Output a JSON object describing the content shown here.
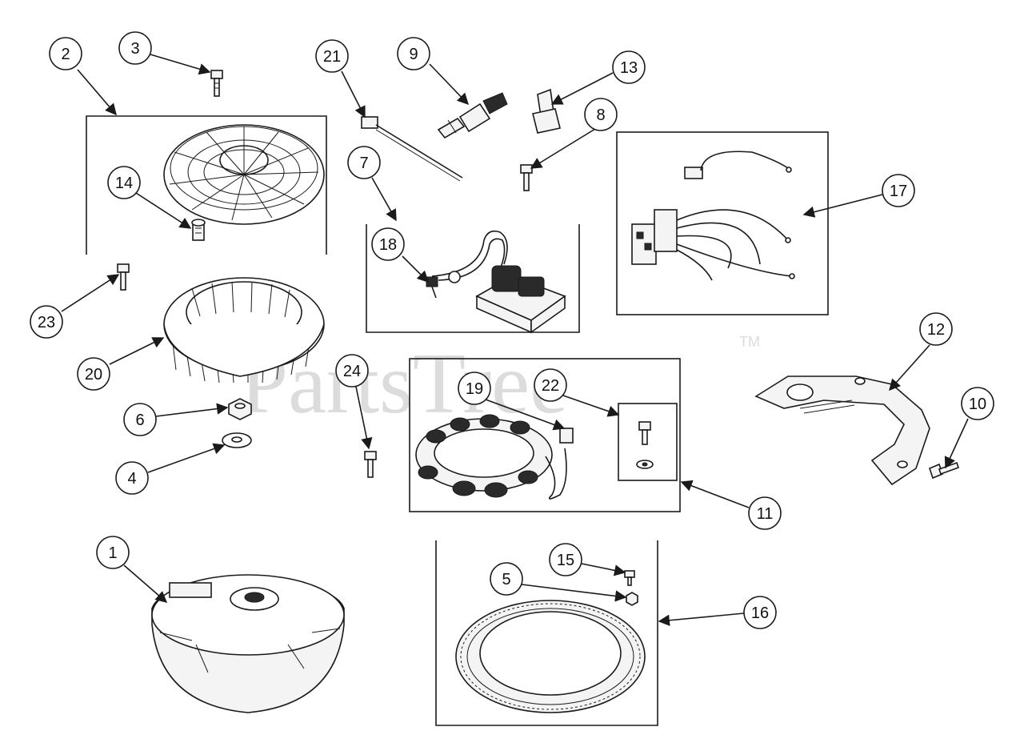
{
  "watermark": {
    "text": "PartsTree",
    "trademark": "TM"
  },
  "colors": {
    "line": "#1a1a1a",
    "watermark": "#dcdcdc",
    "background": "#ffffff"
  },
  "callouts": [
    {
      "id": "c1",
      "label": "1"
    },
    {
      "id": "c2",
      "label": "2"
    },
    {
      "id": "c3",
      "label": "3"
    },
    {
      "id": "c4",
      "label": "4"
    },
    {
      "id": "c5",
      "label": "5"
    },
    {
      "id": "c6",
      "label": "6"
    },
    {
      "id": "c7",
      "label": "7"
    },
    {
      "id": "c8",
      "label": "8"
    },
    {
      "id": "c9",
      "label": "9"
    },
    {
      "id": "c10",
      "label": "10"
    },
    {
      "id": "c11",
      "label": "11"
    },
    {
      "id": "c12",
      "label": "12"
    },
    {
      "id": "c13",
      "label": "13"
    },
    {
      "id": "c14",
      "label": "14"
    },
    {
      "id": "c15",
      "label": "15"
    },
    {
      "id": "c16",
      "label": "16"
    },
    {
      "id": "c17",
      "label": "17"
    },
    {
      "id": "c18",
      "label": "18"
    },
    {
      "id": "c19",
      "label": "19"
    },
    {
      "id": "c20",
      "label": "20"
    },
    {
      "id": "c21",
      "label": "21"
    },
    {
      "id": "c22",
      "label": "22"
    },
    {
      "id": "c23",
      "label": "23"
    },
    {
      "id": "c24",
      "label": "24"
    }
  ]
}
